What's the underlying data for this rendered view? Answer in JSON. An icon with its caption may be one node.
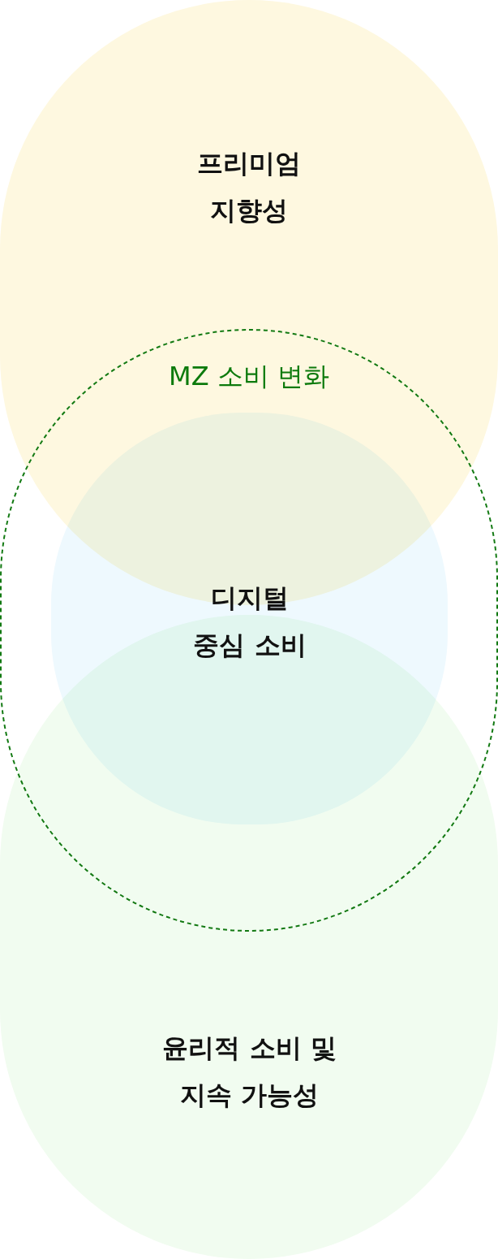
{
  "diagram": {
    "nodes": [
      {
        "text": [
          "프리미엄 지향성"
        ]
      },
      {
        "text": [
          "MZ 소비 변화"
        ]
      },
      {
        "text": [
          "디지털 중심 소비"
        ],
        "in": 1
      },
      {
        "text": [
          "윤리적 소비 및 지속 가능성"
        ]
      }
    ]
  }
}
